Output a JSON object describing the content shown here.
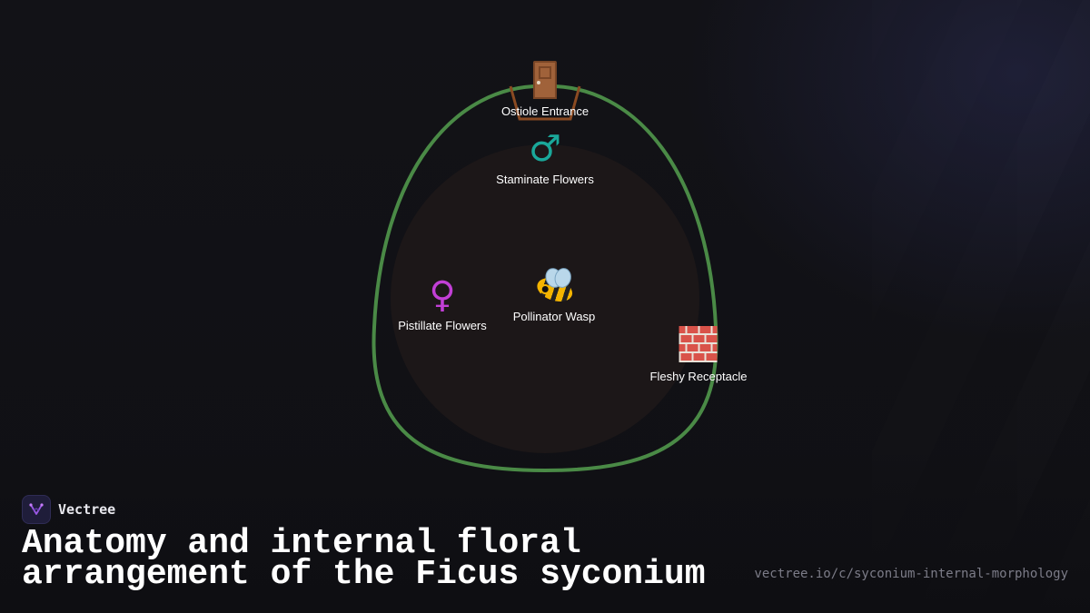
{
  "diagram": {
    "nodes": {
      "ostiole": {
        "label": "Ostiole Entrance",
        "icon": "door-icon"
      },
      "staminate": {
        "label": "Staminate Flowers",
        "icon": "male-sign-icon",
        "glyph": "♂"
      },
      "pistillate": {
        "label": "Pistillate Flowers",
        "icon": "female-sign-icon",
        "glyph": "♀"
      },
      "wasp": {
        "label": "Pollinator Wasp",
        "icon": "bee-icon"
      },
      "receptacle": {
        "label": "Fleshy Receptacle",
        "icon": "brick-icon"
      }
    },
    "colors": {
      "outline": "#4a8a46",
      "inner_cavity": "#1c1718",
      "ostiole_funnel": "#8a4a22",
      "male_symbol": "#1aa89a",
      "female_symbol": "#c23fd6"
    }
  },
  "footer": {
    "brand": "Vectree",
    "title": "Anatomy and internal floral arrangement of the Ficus syconium",
    "url": "vectree.io/c/syconium-internal-morphology"
  }
}
